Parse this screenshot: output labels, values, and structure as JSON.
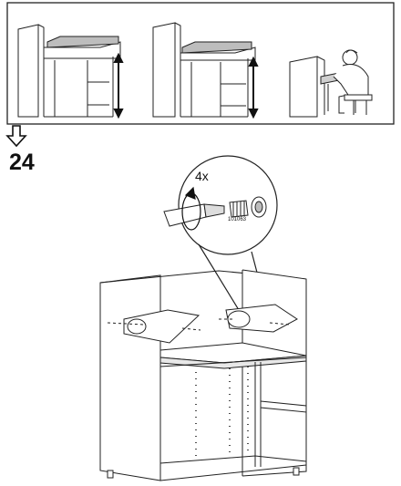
{
  "step": {
    "number": "24"
  },
  "callout": {
    "quantity": "4x",
    "part_code": "101063"
  },
  "icons": {
    "top_panel": [
      "desk-height-adjustment-high",
      "desk-height-adjustment-low",
      "person-seated-at-desk"
    ],
    "main": [
      "screwdriver-icon",
      "screw-icon",
      "furniture-cabinet"
    ]
  },
  "colors": {
    "line": "#222222",
    "panel_gray": "#cfcfcf",
    "paper": "#ffffff"
  }
}
